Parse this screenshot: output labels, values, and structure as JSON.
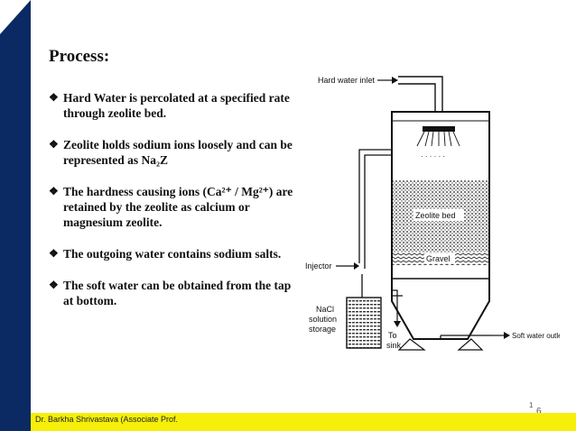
{
  "slide": {
    "title": "Process:",
    "bullet_mark": "❖",
    "bullets": [
      {
        "text": "Hard Water is percolated at a specified rate through zeolite bed."
      },
      {
        "text": "Zeolite holds sodium ions loosely and can be represented as Na₂Z"
      },
      {
        "text": "The hardness causing ions (Ca²⁺ / Mg²⁺) are retained by the zeolite as calcium or magnesium zeolite."
      },
      {
        "text": "The outgoing water contains sodium salts."
      },
      {
        "text": "The soft water can be obtained from the tap at bottom."
      }
    ],
    "page_number_a": "1",
    "page_number_b": "6",
    "colors": {
      "sidebar": "#0b2a63",
      "footer": "#f6ef0a"
    }
  },
  "footer": {
    "text": "Dr. Barkha Shrivastava (Associate Prof."
  },
  "diagram": {
    "labels": {
      "hard_water_inlet": "Hard water inlet",
      "zeolite_bed": "Zeolite bed",
      "gravel": "Gravel",
      "injector": "Injector",
      "nacl_line1": "NaCl",
      "nacl_line2": "solution",
      "nacl_line3": "storage",
      "to_sink_line1": "To",
      "to_sink_line2": "sink",
      "soft_water_outlet": "Soft water outlet"
    }
  }
}
